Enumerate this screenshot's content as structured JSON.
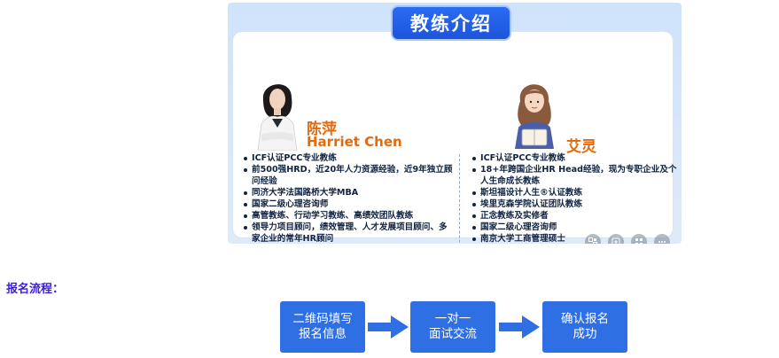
{
  "coach_card": {
    "title": "教练介绍",
    "coaches": [
      {
        "name_cn": "陈萍",
        "name_en": "Harriet Chen",
        "bullets": [
          "ICF认证PCC专业教练",
          "前500强HRD，近20年人力资源经验，近9年独立顾问经验",
          "同济大学法国路桥大学MBA",
          "国家二级心理咨询师",
          "高管教练、行动学习教练、高绩效团队教练",
          "领导力项目顾问，绩效管理、人才发展项目顾问、多家企业的常年HR顾问"
        ]
      },
      {
        "name_cn": "艾灵",
        "bullets": [
          "ICF认证PCC专业教练",
          "18+年跨国企业HR Head经验，现为专职企业及个人生命成长教练",
          "斯坦福设计人生®认证教练",
          "埃里克森学院认证团队教练",
          "正念教练及实修者",
          "国家二级心理咨询师",
          "南京大学工商管理硕士"
        ]
      }
    ],
    "float_icons": [
      "qr-icon",
      "save-icon",
      "grid-icon",
      "more-icon"
    ]
  },
  "registration": {
    "label": "报名流程：",
    "steps": [
      {
        "line1": "二维码填写",
        "line2": "报名信息"
      },
      {
        "line1": "一对一",
        "line2": "面试交流"
      },
      {
        "line1": "确认报名",
        "line2": "成功"
      }
    ]
  },
  "colors": {
    "accent_blue": "#2f6fe4",
    "label_purple": "#3a1fd6",
    "name_orange": "#e06a10"
  }
}
